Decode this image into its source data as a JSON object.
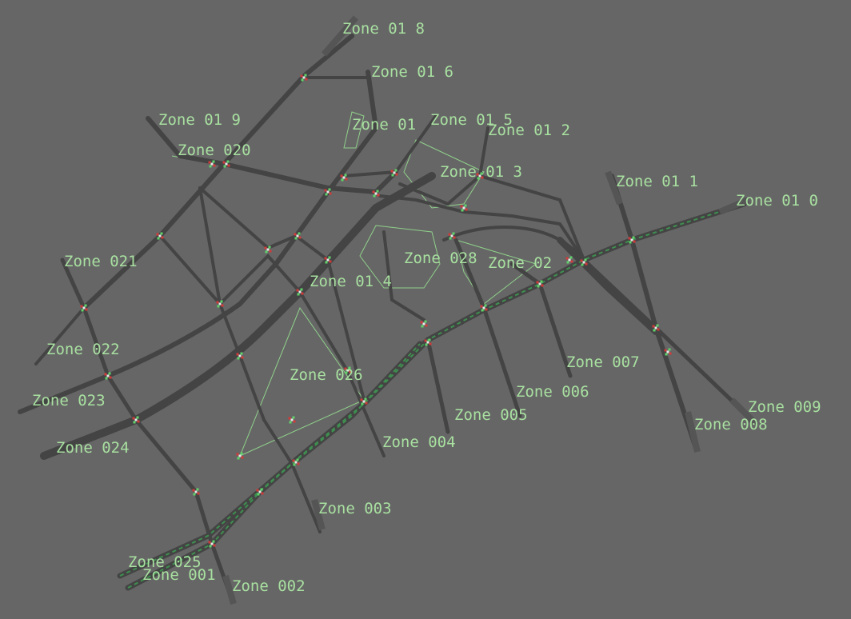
{
  "colors": {
    "background": "#666666",
    "road": "#444444",
    "zone_label": "#a8e0a0",
    "signal_red": "#d23a3a",
    "signal_green": "#5fd36a",
    "rail": "#3f8f50"
  },
  "zones": [
    {
      "id": "z018",
      "label": "Zone 01 8"
    },
    {
      "id": "z016",
      "label": "Zone 01 6"
    },
    {
      "id": "z019",
      "label": "Zone 01 9"
    },
    {
      "id": "z017",
      "label": "Zone 01"
    },
    {
      "id": "z015",
      "label": "Zone 01 5"
    },
    {
      "id": "z012",
      "label": "Zone 01 2"
    },
    {
      "id": "z020",
      "label": "Zone 020"
    },
    {
      "id": "z013",
      "label": "Zone 01 3"
    },
    {
      "id": "z011",
      "label": "Zone 01 1"
    },
    {
      "id": "z010",
      "label": "Zone 01 0"
    },
    {
      "id": "z021",
      "label": "Zone 021"
    },
    {
      "id": "z028",
      "label": "Zone 028"
    },
    {
      "id": "z027",
      "label": "Zone 02"
    },
    {
      "id": "z014",
      "label": "Zone 01 4"
    },
    {
      "id": "z022",
      "label": "Zone 022"
    },
    {
      "id": "z007",
      "label": "Zone 007"
    },
    {
      "id": "z026",
      "label": "Zone 026"
    },
    {
      "id": "z006",
      "label": "Zone 006"
    },
    {
      "id": "z023",
      "label": "Zone 023"
    },
    {
      "id": "z009",
      "label": "Zone 009"
    },
    {
      "id": "z005",
      "label": "Zone 005"
    },
    {
      "id": "z008",
      "label": "Zone 008"
    },
    {
      "id": "z004",
      "label": "Zone 004"
    },
    {
      "id": "z024",
      "label": "Zone 024"
    },
    {
      "id": "z003",
      "label": "Zone 003"
    },
    {
      "id": "z025",
      "label": "Zone 025"
    },
    {
      "id": "z001",
      "label": "Zone 001"
    },
    {
      "id": "z002",
      "label": "Zone 002"
    }
  ]
}
